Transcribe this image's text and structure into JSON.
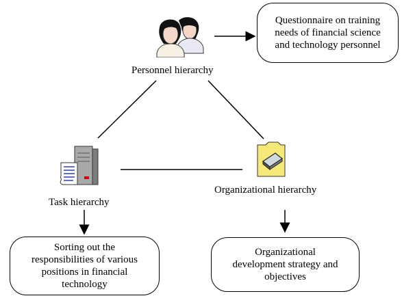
{
  "nodes": {
    "personnel": {
      "label": "Personnel hierarchy",
      "icon": "people-icon"
    },
    "task": {
      "label": "Task hierarchy",
      "icon": "server-document-icon"
    },
    "organizational": {
      "label": "Organizational hierarchy",
      "icon": "folder-scanner-icon"
    }
  },
  "boxes": {
    "questionnaire": "Questionnaire on training\nneeds of financial science\nand technology personnel",
    "responsibilities": "Sorting out the\nresponsibilities of various\npositions in financial\ntechnology",
    "strategy": "Organizational\ndevelopment strategy and\nobjectives"
  },
  "colors": {
    "line": "#000000",
    "folder": "#f5e97a",
    "skin": "#f3d7c8",
    "hair": "#111111",
    "server": "#a9a9a9",
    "indicator": "#d40000"
  }
}
